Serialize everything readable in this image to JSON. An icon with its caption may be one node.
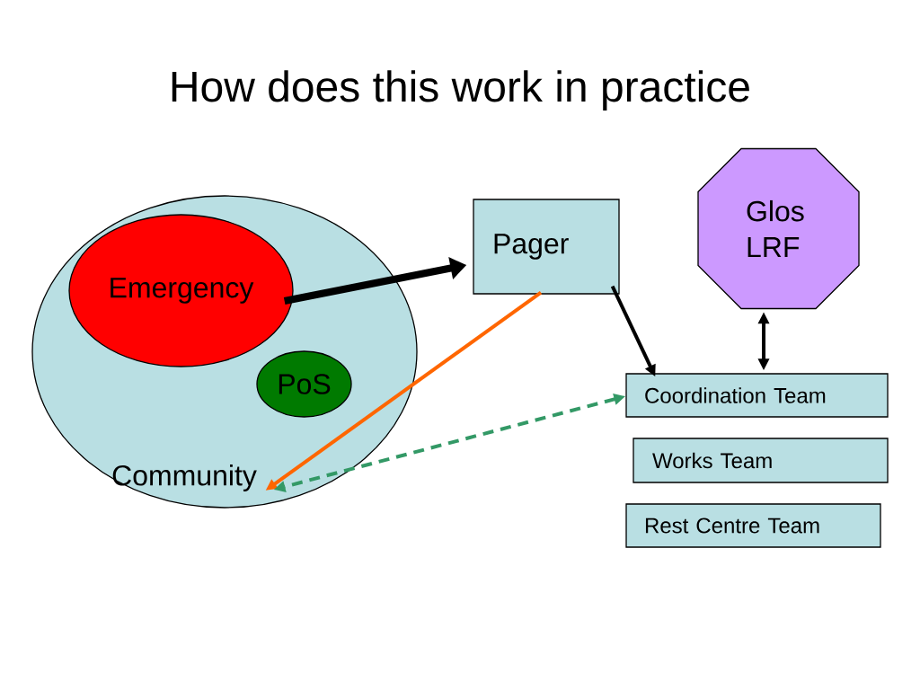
{
  "diagram": {
    "title": "How does this work in practice",
    "nodes": [
      {
        "text": [
          "Community"
        ]
      },
      {
        "text": [
          "Emergency"
        ],
        "in": 0
      },
      {
        "text": [
          "PoS"
        ],
        "in": 0
      },
      {
        "text": [
          "Pager"
        ]
      },
      {
        "text": [
          "Glos LRF"
        ]
      },
      {
        "text": [
          "Coordination Team"
        ]
      },
      {
        "text": [
          "Works Team"
        ]
      },
      {
        "text": [
          "Rest Centre Team"
        ]
      }
    ],
    "edges": [
      {
        "from": 1,
        "to": 3,
        "arrow": "to",
        "style": "thick"
      },
      {
        "from": 3,
        "to": 0,
        "arrow": "to",
        "color": "#ff6600"
      },
      {
        "from": 3,
        "to": 5,
        "arrow": "to"
      },
      {
        "from": 4,
        "to": 5,
        "arrow": "both"
      },
      {
        "from": 5,
        "to": 0,
        "arrow": "both",
        "style": "dashed",
        "color": "#339966"
      }
    ]
  }
}
